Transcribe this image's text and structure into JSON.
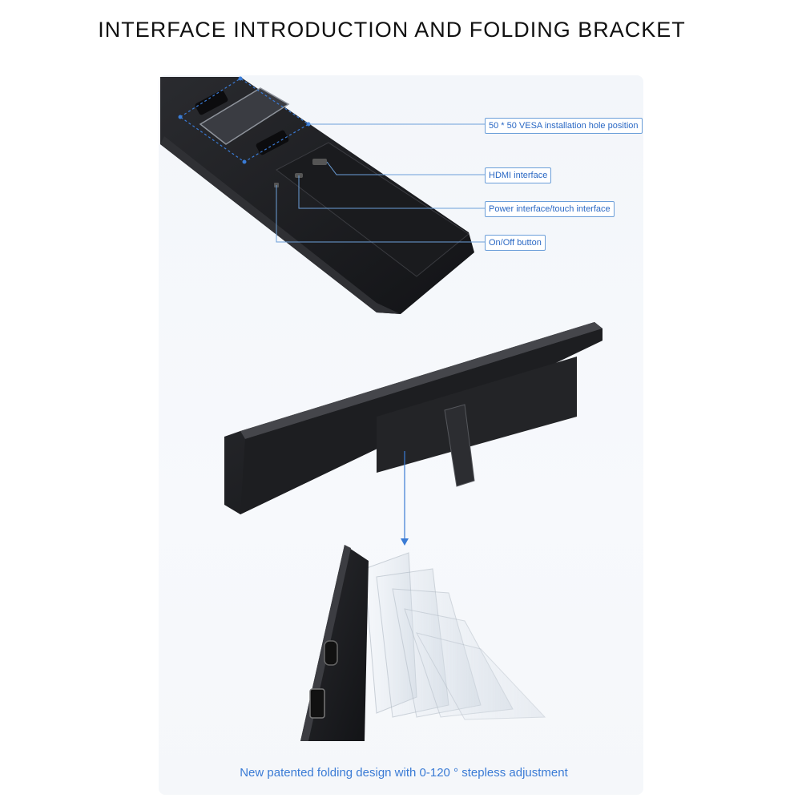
{
  "title": "INTERFACE INTRODUCTION AND FOLDING BRACKET",
  "callouts": {
    "vesa": "50 * 50 VESA installation hole position",
    "hdmi": "HDMI interface",
    "power": "Power interface/touch interface",
    "onoff": "On/Off button"
  },
  "caption": "New patented folding design with 0-120 ° stepless adjustment",
  "colors": {
    "accent_blue": "#3a7bd5",
    "device_black": "#1c1d20"
  },
  "icons": [
    "vesa-bracket-icon",
    "hdmi-port-icon",
    "usb-c-port-icon",
    "arrow-down-icon"
  ]
}
